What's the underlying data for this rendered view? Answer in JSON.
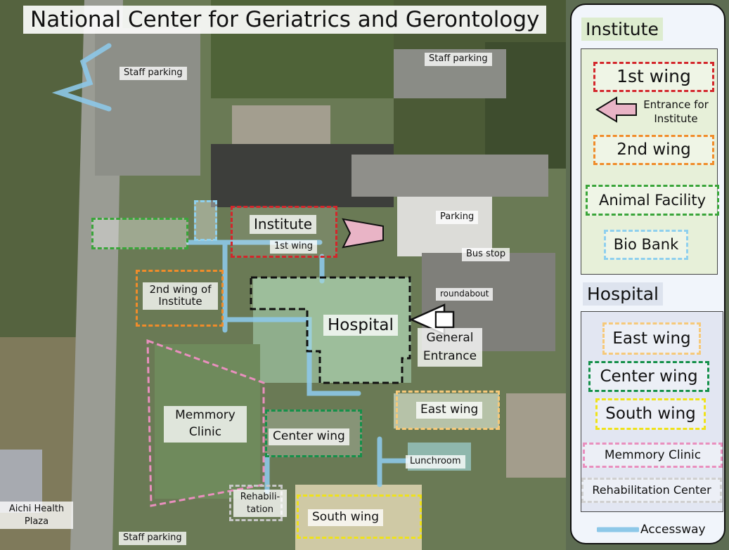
{
  "title": "National Center for Geriatrics and Gerontology",
  "map_labels": {
    "staff_parking_nw": "Staff parking",
    "staff_parking_ne": "Staff parking",
    "staff_parking_s": "Staff parking",
    "institute": "Institute",
    "first_wing": "1st wing",
    "parking": "Parking",
    "bus_stop": "Bus stop",
    "roundabout": "roundabout",
    "second_wing_institute": "2nd wing of Institute",
    "hospital": "Hospital",
    "general_entrance": "General Entrance",
    "memory_clinic": "Memmory Clinic",
    "east_wing": "East wing",
    "center_wing": "Center wing",
    "lunchroom": "Lunchroom",
    "rehabilitation": "Rehabili-tation",
    "south_wing": "South wing",
    "aichi_health_plaza": "Aichi Health Plaza"
  },
  "legend": {
    "institute_heading": "Institute",
    "first_wing": "1st wing",
    "entrance_institute": "Entrance for Institute",
    "second_wing": "2nd wing",
    "animal_facility": "Animal Facility",
    "bio_bank": "Bio Bank",
    "hospital_heading": "Hospital",
    "east_wing": "East wing",
    "center_wing": "Center wing",
    "south_wing": "South wing",
    "memory_clinic": "Memmory Clinic",
    "rehabilitation_center": "Rehabilitation Center",
    "accessway": "Accessway"
  },
  "colors": {
    "first_wing": "#d3262b",
    "second_wing": "#f08c2a",
    "animal_facility": "#3aa53a",
    "bio_bank": "#8fd0ee",
    "hospital": "#111111",
    "east_wing": "#f6c97a",
    "center_wing": "#15904a",
    "south_wing": "#efe21a",
    "memory_clinic": "#e98fbe",
    "rehabilitation": "#c8c8c8",
    "accessway": "#8dc8e8",
    "entrance_arrow": "#e9b4c6"
  }
}
